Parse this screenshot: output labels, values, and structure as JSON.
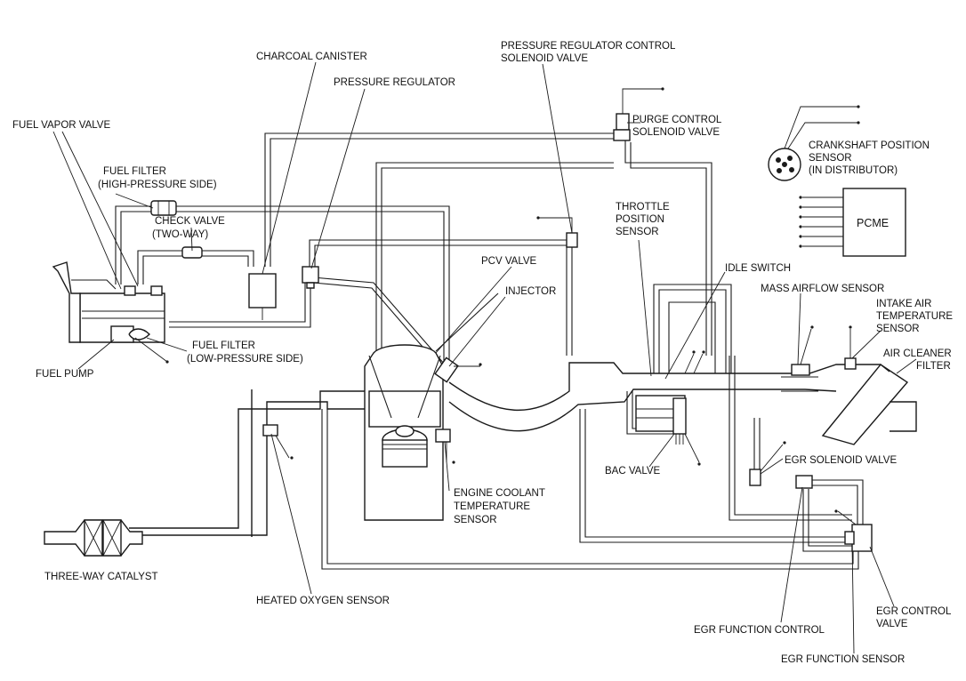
{
  "labels": {
    "charcoal_canister": "CHARCOAL CANISTER",
    "pressure_regulator": "PRESSURE REGULATOR",
    "prcs_line1": "PRESSURE REGULATOR CONTROL",
    "prcs_line2": "SOLENOID VALVE",
    "purge_line1": "PURGE CONTROL",
    "purge_line2": "SOLENOID VALVE",
    "crank_line1": "CRANKSHAFT POSITION",
    "crank_line2": "SENSOR",
    "crank_line3": "(IN DISTRIBUTOR)",
    "fuel_vapor_valve": "FUEL VAPOR VALVE",
    "fuel_filter_hp_line1": "FUEL FILTER",
    "fuel_filter_hp_line2": "(HIGH-PRESSURE SIDE)",
    "check_valve_line1": "CHECK VALVE",
    "check_valve_line2": "(TWO-WAY)",
    "tps_line1": "THROTTLE",
    "tps_line2": "POSITION",
    "tps_line3": "SENSOR",
    "pcme": "PCME",
    "pcv_valve": "PCV VALVE",
    "injector": "INJECTOR",
    "idle_switch": "IDLE SWITCH",
    "maf_sensor": "MASS AIRFLOW SENSOR",
    "iat_line1": "INTAKE AIR",
    "iat_line2": "TEMPERATURE",
    "iat_line3": "SENSOR",
    "air_cleaner_line1": "AIR CLEANER",
    "air_cleaner_line2": "FILTER",
    "fuel_filter_lp_line1": "FUEL FILTER",
    "fuel_filter_lp_line2": "(LOW-PRESSURE SIDE)",
    "fuel_pump": "FUEL PUMP",
    "egr_solenoid": "EGR SOLENOID VALVE",
    "bac_valve": "BAC VALVE",
    "ect_line1": "ENGINE COOLANT",
    "ect_line2": "TEMPERATURE",
    "ect_line3": "SENSOR",
    "three_way_catalyst": "THREE-WAY CATALYST",
    "heated_o2": "HEATED OXYGEN SENSOR",
    "egr_control_line1": "EGR CONTROL",
    "egr_control_line2": "VALVE",
    "egr_function_control": "EGR FUNCTION CONTROL",
    "egr_function_sensor": "EGR FUNCTION SENSOR"
  }
}
